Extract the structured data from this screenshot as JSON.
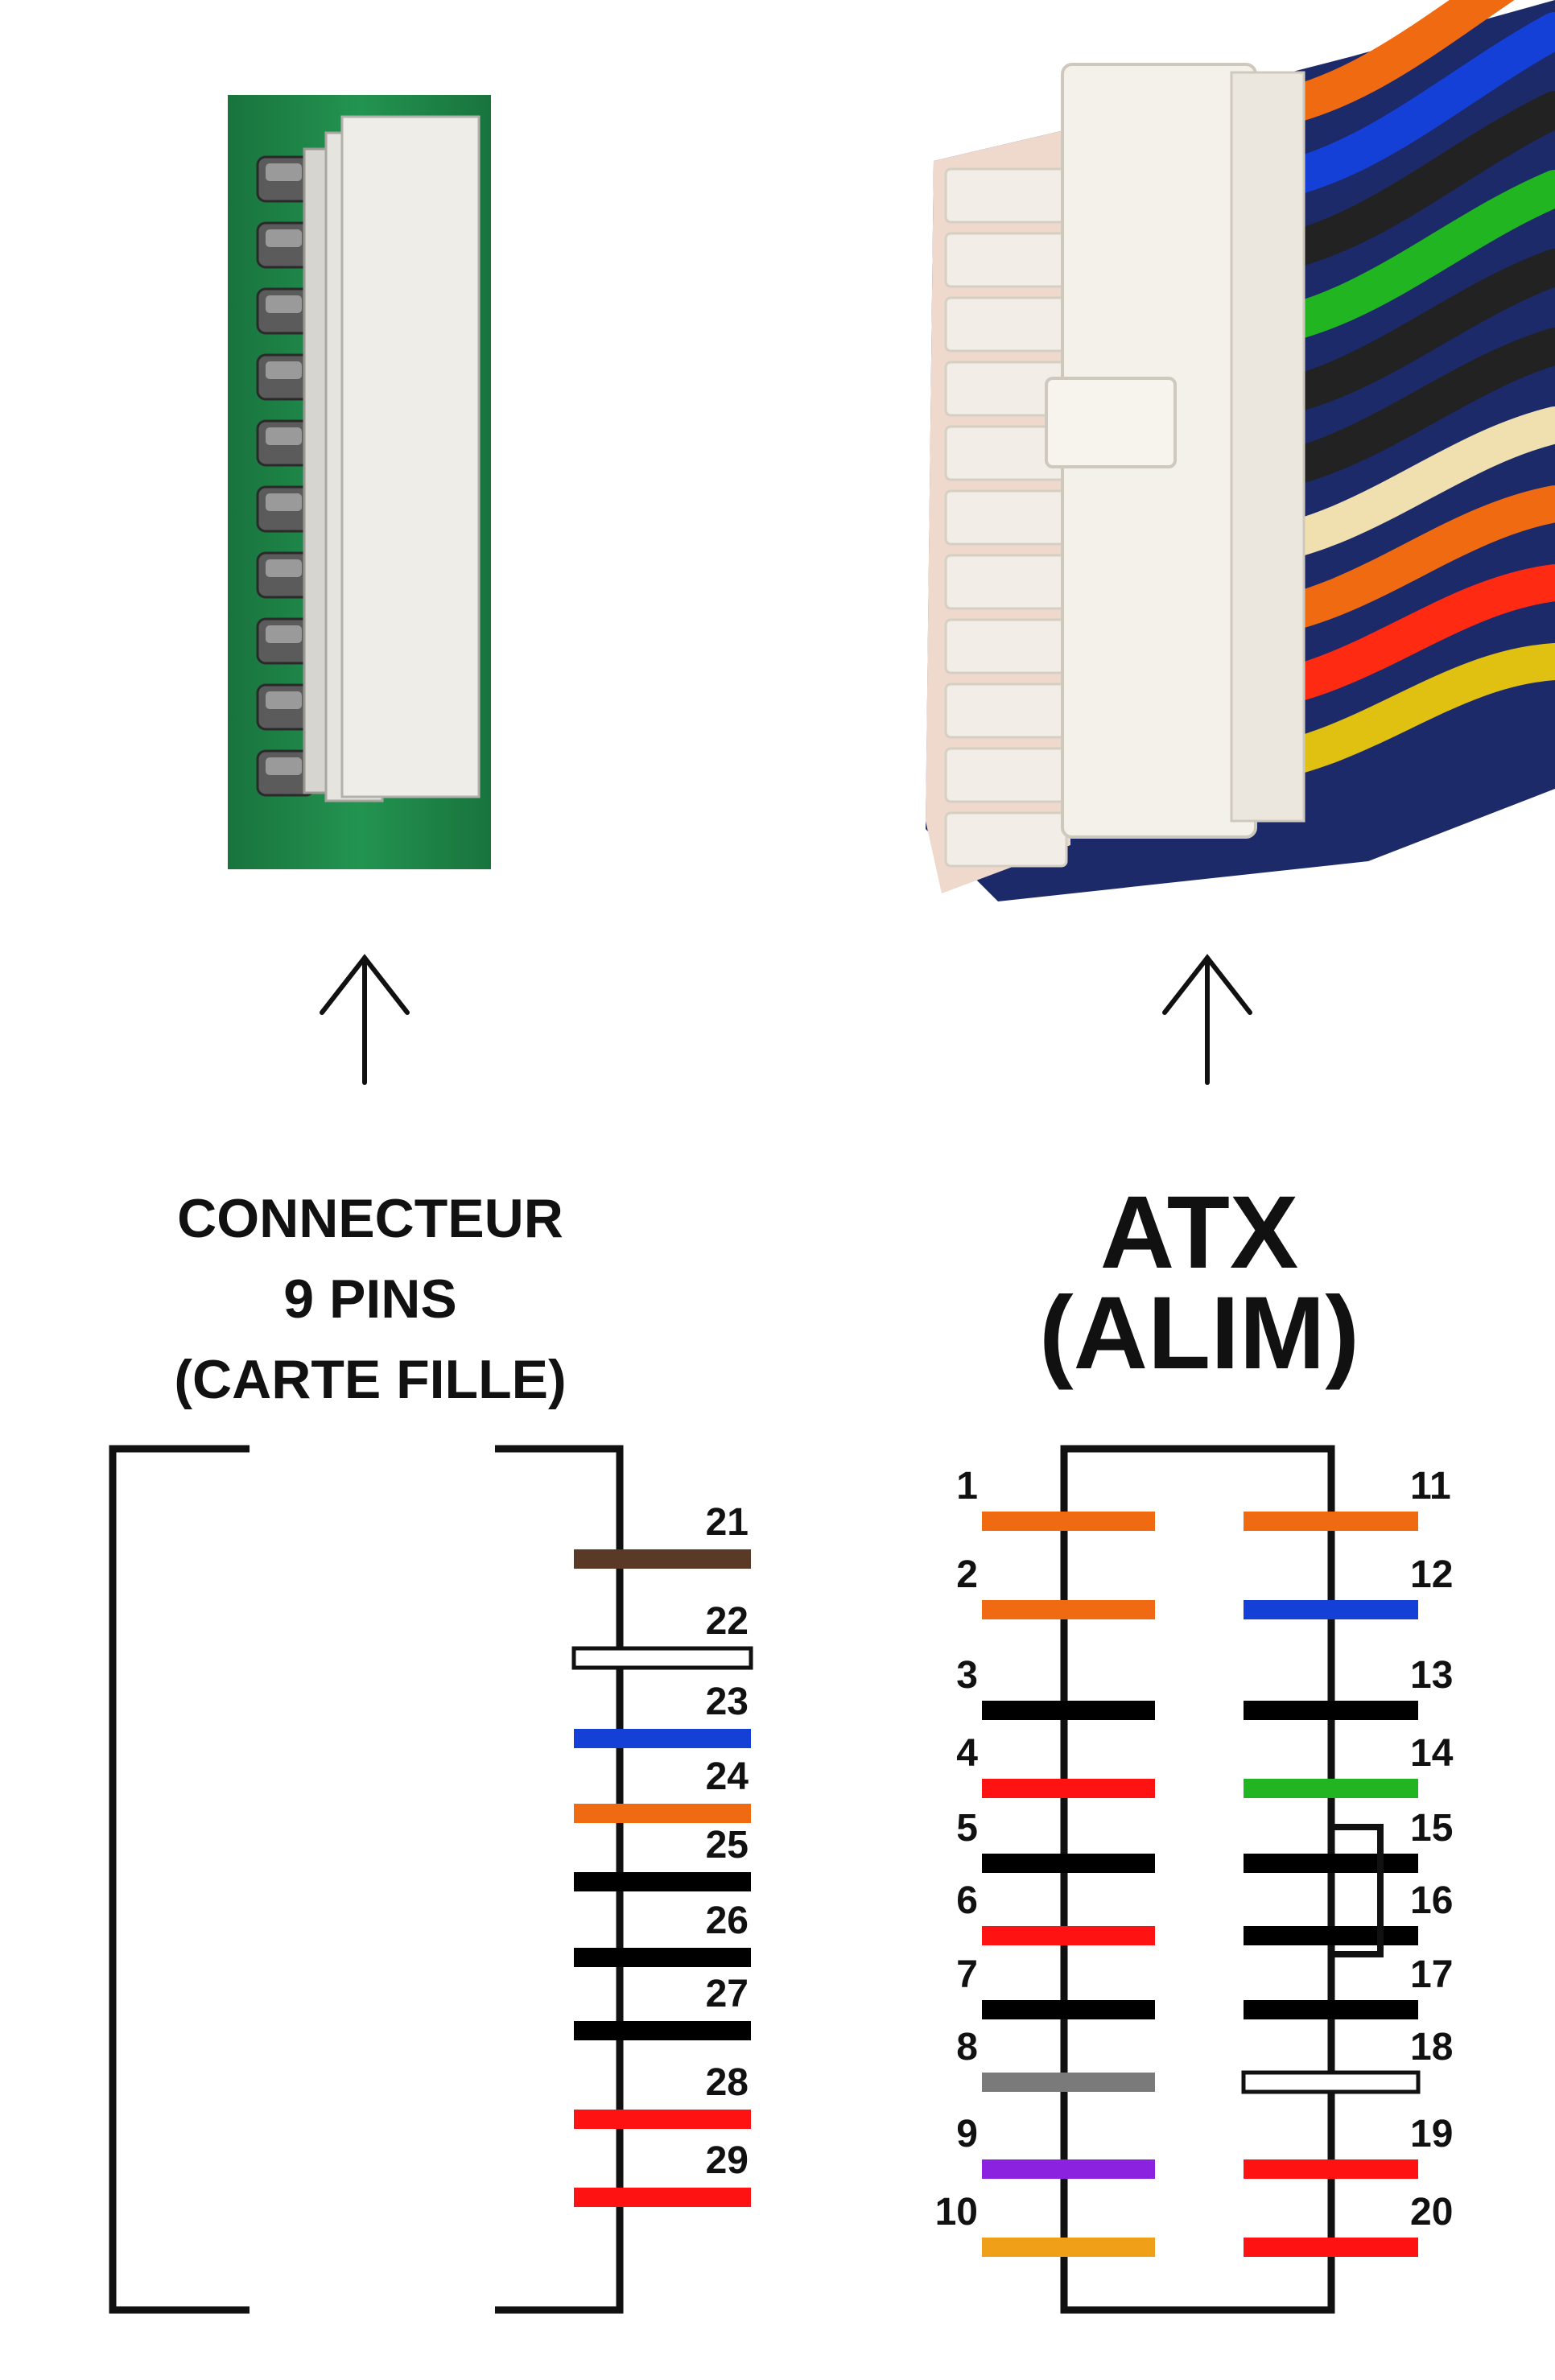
{
  "left_connector": {
    "title_lines": [
      "CONNECTEUR",
      "9 PINS",
      "(CARTE FILLE)"
    ],
    "pins": [
      {
        "number": "21",
        "color": "#5a3a26"
      },
      {
        "number": "22",
        "color": "#ffffff"
      },
      {
        "number": "23",
        "color": "#1540d8"
      },
      {
        "number": "24",
        "color": "#ef6a10"
      },
      {
        "number": "25",
        "color": "#000000"
      },
      {
        "number": "26",
        "color": "#000000"
      },
      {
        "number": "27",
        "color": "#000000"
      },
      {
        "number": "28",
        "color": "#ff1212"
      },
      {
        "number": "29",
        "color": "#ff1212"
      }
    ]
  },
  "right_connector": {
    "title_lines": [
      "ATX",
      "(ALIM)"
    ],
    "left_pins": [
      {
        "number": "1",
        "color": "#ef6a10"
      },
      {
        "number": "2",
        "color": "#ef6a10"
      },
      {
        "number": "3",
        "color": "#000000"
      },
      {
        "number": "4",
        "color": "#ff1212"
      },
      {
        "number": "5",
        "color": "#000000"
      },
      {
        "number": "6",
        "color": "#ff1212"
      },
      {
        "number": "7",
        "color": "#000000"
      },
      {
        "number": "8",
        "color": "#7a7a7a"
      },
      {
        "number": "9",
        "color": "#8a22e0"
      },
      {
        "number": "10",
        "color": "#f0a018"
      }
    ],
    "right_pins": [
      {
        "number": "11",
        "color": "#ef6a10"
      },
      {
        "number": "12",
        "color": "#1540d8"
      },
      {
        "number": "13",
        "color": "#000000"
      },
      {
        "number": "14",
        "color": "#22b522"
      },
      {
        "number": "15",
        "color": "#000000"
      },
      {
        "number": "16",
        "color": "#000000"
      },
      {
        "number": "17",
        "color": "#000000"
      },
      {
        "number": "18",
        "color": "#ffffff"
      },
      {
        "number": "19",
        "color": "#ff1212"
      },
      {
        "number": "20",
        "color": "#ff1212"
      }
    ]
  },
  "colors": {
    "pcb_green": "#1f8a4a",
    "connector_body": "#f2f0ea",
    "outline": "#111111"
  }
}
